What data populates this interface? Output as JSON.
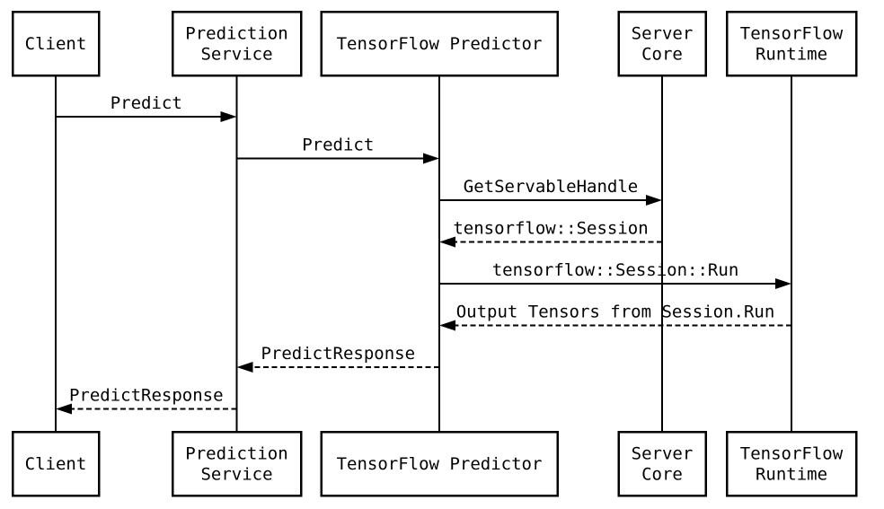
{
  "diagram": {
    "kind": "sequence-diagram",
    "colors": {
      "background": "#ffffff",
      "stroke": "#000000",
      "text": "#000000"
    },
    "actors": [
      {
        "id": "client",
        "lines": [
          "Client"
        ]
      },
      {
        "id": "prediction-service",
        "lines": [
          "Prediction",
          "Service"
        ]
      },
      {
        "id": "tensorflow-predictor",
        "lines": [
          "TensorFlow Predictor"
        ]
      },
      {
        "id": "server-core",
        "lines": [
          "Server",
          "Core"
        ]
      },
      {
        "id": "tensorflow-runtime",
        "lines": [
          "TensorFlow",
          "Runtime"
        ]
      }
    ],
    "messages": [
      {
        "from": "client",
        "to": "prediction-service",
        "label": "Predict",
        "line": "solid"
      },
      {
        "from": "prediction-service",
        "to": "tensorflow-predictor",
        "label": "Predict",
        "line": "solid"
      },
      {
        "from": "tensorflow-predictor",
        "to": "server-core",
        "label": "GetServableHandle",
        "line": "solid"
      },
      {
        "from": "server-core",
        "to": "tensorflow-predictor",
        "label": "tensorflow::Session",
        "line": "dashed"
      },
      {
        "from": "tensorflow-predictor",
        "to": "tensorflow-runtime",
        "label": "tensorflow::Session::Run",
        "line": "solid"
      },
      {
        "from": "tensorflow-runtime",
        "to": "tensorflow-predictor",
        "label": "Output Tensors from Session.Run",
        "line": "dashed"
      },
      {
        "from": "tensorflow-predictor",
        "to": "prediction-service",
        "label": "PredictResponse",
        "line": "dashed"
      },
      {
        "from": "prediction-service",
        "to": "client",
        "label": "PredictResponse",
        "line": "dashed"
      }
    ]
  }
}
